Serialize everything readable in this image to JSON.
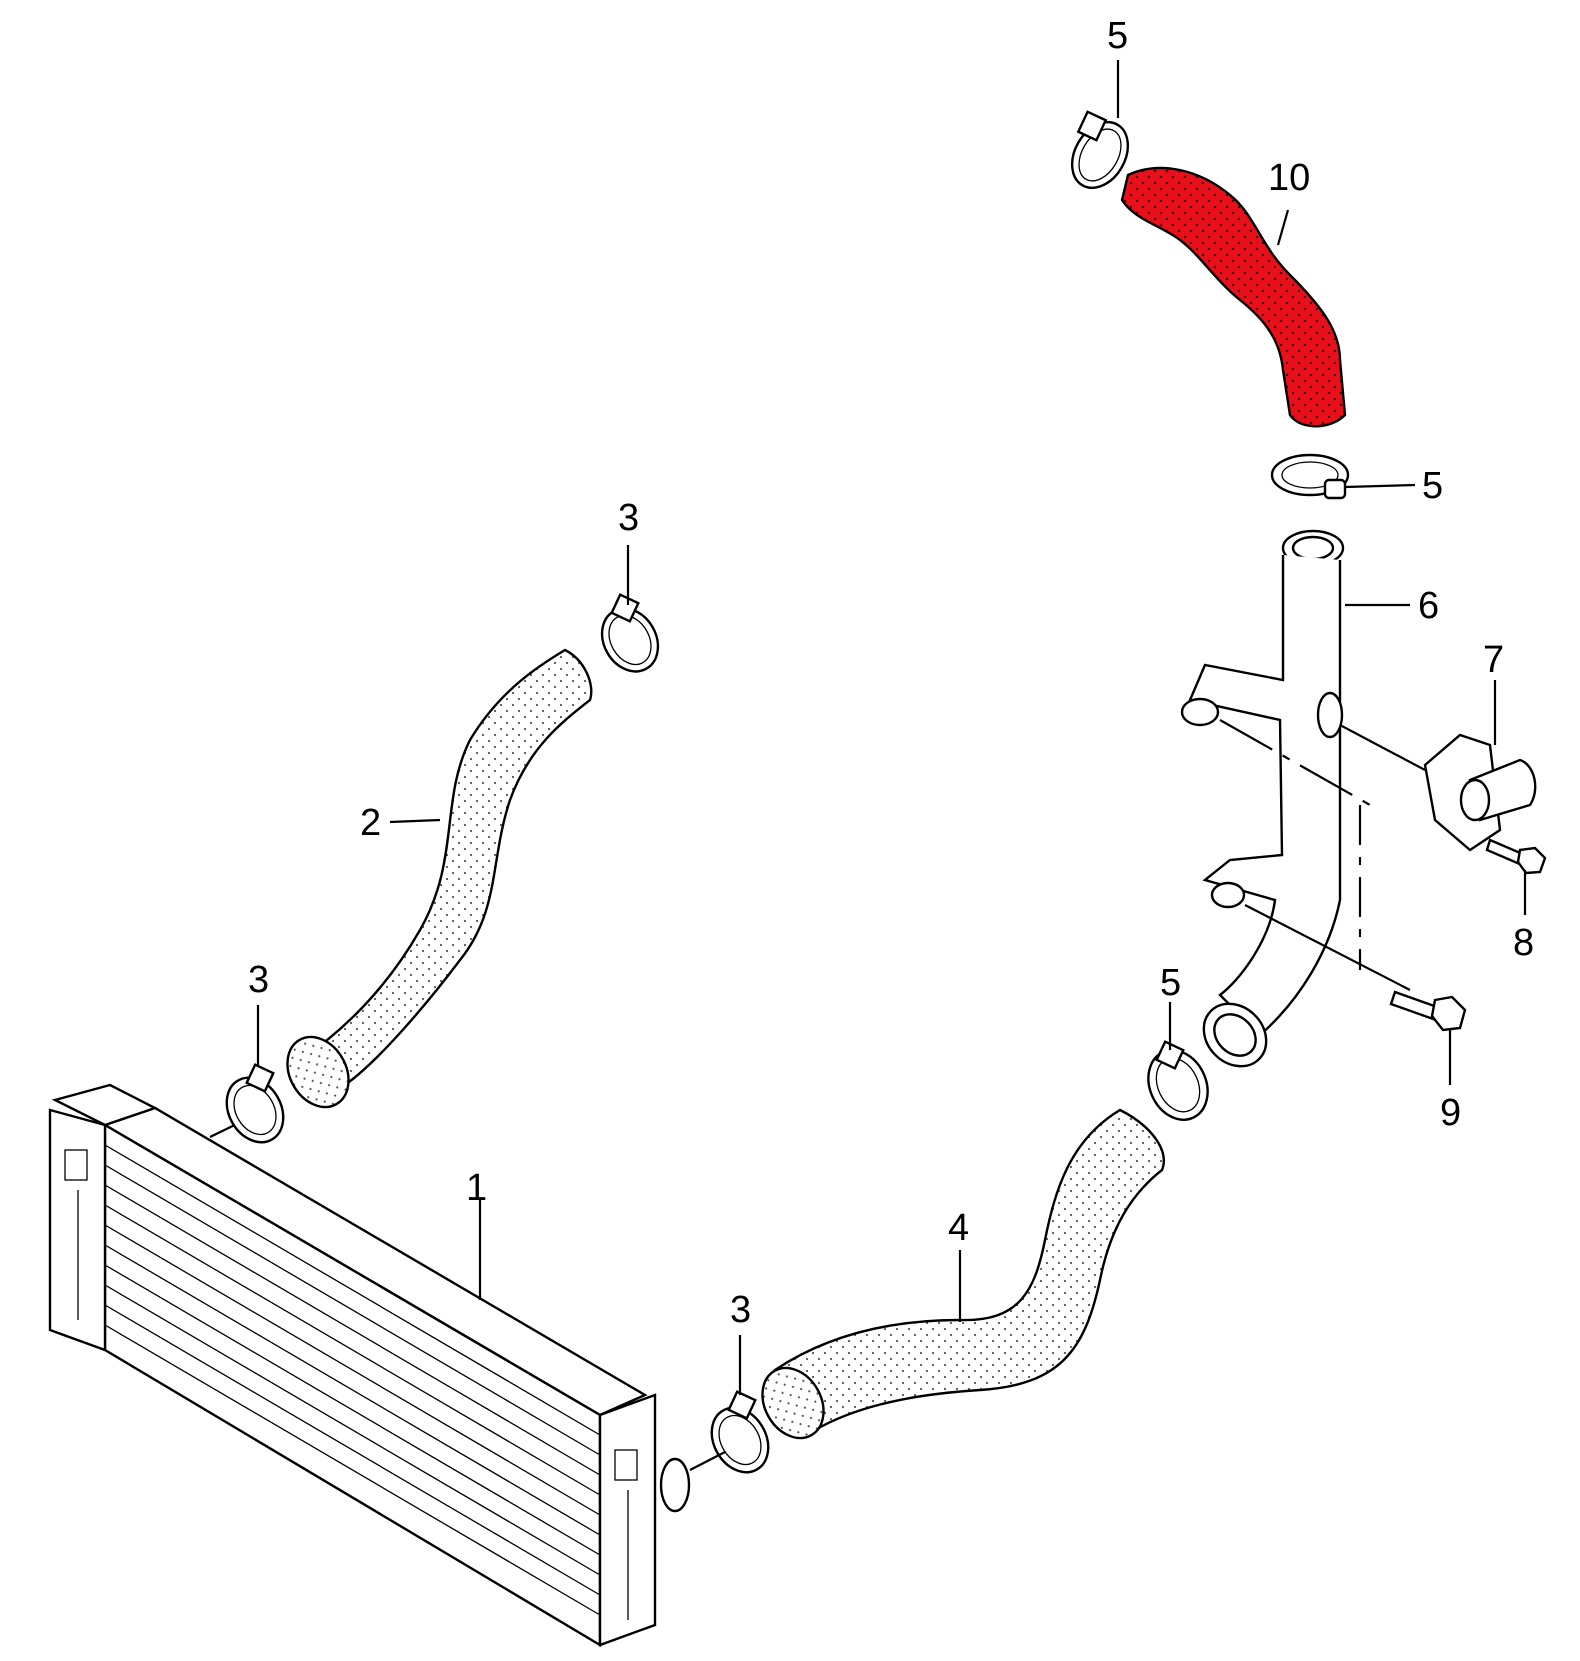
{
  "highlight_color": "#e8101a",
  "hose_texture_color": "#f4f4f4",
  "callouts": {
    "intercooler": "1",
    "hose_upper": "2",
    "clamp_a": "3",
    "clamp_b": "3",
    "clamp_c": "3",
    "hose_lower": "4",
    "clamp_top": "5",
    "clamp_mid": "5",
    "clamp_low": "5",
    "pipe": "6",
    "flange": "7",
    "bolt_small": "8",
    "bolt_large": "9",
    "hose_highlighted": "10"
  }
}
